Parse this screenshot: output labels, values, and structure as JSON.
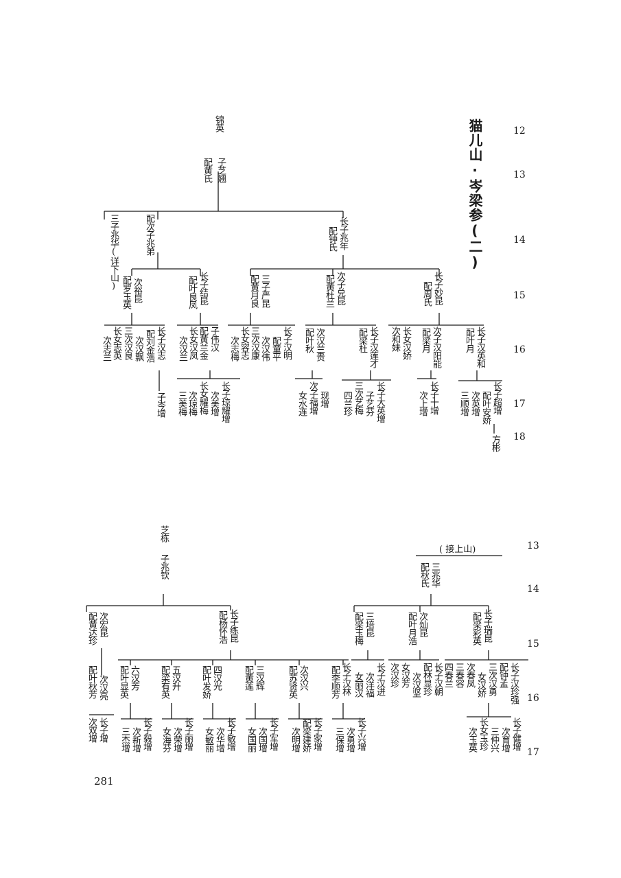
{
  "title": "猫儿山·岑梁参(二)",
  "page_number": "281",
  "continued_label": "( 接上山)",
  "generations_top": [
    "12",
    "13",
    "14",
    "15",
    "16",
    "17",
    "18"
  ],
  "generations_bottom": [
    "13",
    "14",
    "15",
    "16",
    "17"
  ],
  "top_tree": {
    "g12_root": "锦英",
    "g13_wife": "配黄氏",
    "g13": "子芝翘",
    "g14": [
      "三子兆华(详下山)",
      "配次子兆弟",
      "长子兆年",
      "配钟氏"
    ],
    "g15": [
      "配罗玉英",
      "次裕昆",
      "配叶良凤",
      "长子结昆",
      "配黄月良",
      "三子严昆",
      "配黄杜兰",
      "次子兑昆",
      "配周氏",
      "长子妙昆"
    ],
    "g16": [
      "次志兰",
      "长女志英",
      "三次汉良",
      "次汉飘",
      "配刘金浩",
      "长子汉志",
      "次汉兰",
      "长女汉凤",
      "配黄兰金",
      "子伟汉",
      "次志梅",
      "长女容志",
      "三次汉康",
      "次汉伟",
      "配童平",
      "长子汉明",
      "配叶秋",
      "次汉兰贵",
      "配梁杜",
      "长子汉莲才",
      "次和妹",
      "长女汉娇",
      "配梁月",
      "次子汉阳能",
      "配叶月",
      "长子汉英和"
    ],
    "g17": [
      "子岑增",
      "三美梅",
      "次琼梅",
      "长女耀梅",
      "次美增",
      "长子琼耀增",
      "女水连",
      "次子福增",
      "现增",
      "四兰珍",
      "三次艺梅",
      "子艺芬",
      "长子大英增",
      "次上增",
      "长子十增",
      "三顺增",
      "次英增",
      "配叶安娇",
      "长子超增"
    ],
    "g18": "方彬"
  },
  "bottom_tree": {
    "g13_root": "芝栋",
    "g14_son": "子兆钦",
    "g14_right": "配秋氏",
    "g14_right_son": "三兆华",
    "g15": [
      "配黄达珍",
      "次宏昆",
      "配杨怀浩",
      "长子练昆",
      "配梁玉梅",
      "三培昆",
      "配叶月浩",
      "次灿昆",
      "配梁彩英",
      "长子瑞昆"
    ],
    "g16": [
      "配叶秋芳",
      "次汉亮",
      "配叶显英",
      "六汉芳",
      "配梁有英",
      "五汉升",
      "配叶发娇",
      "四汉光",
      "配黄莲",
      "三汉辉",
      "配苏贤英",
      "次汉兴",
      "配李顺芳",
      "长子汉林",
      "女丽汉",
      "次洋福",
      "长子汉进",
      "次汉珍",
      "女汉芳",
      "次汉坚",
      "配林显珍",
      "长子汉朝",
      "四春兰",
      "三春容",
      "次春凤",
      "女汉娇",
      "三次汉勇",
      "配钟孟",
      "长子汉珍强"
    ],
    "g17": [
      "次双增",
      "长子增",
      "三杰增",
      "次新增",
      "长子毅增",
      "女海芬",
      "次荣增",
      "长子丽增",
      "女敏丽",
      "次华增",
      "长子敏增",
      "女国丽",
      "次国增",
      "长子军增",
      "次明增",
      "配梁建娇",
      "长子家增",
      "三保增",
      "次勇增",
      "长子兴增",
      "次玉英",
      "长女玉珍",
      "三仲兴",
      "次育增",
      "长子健增"
    ]
  }
}
